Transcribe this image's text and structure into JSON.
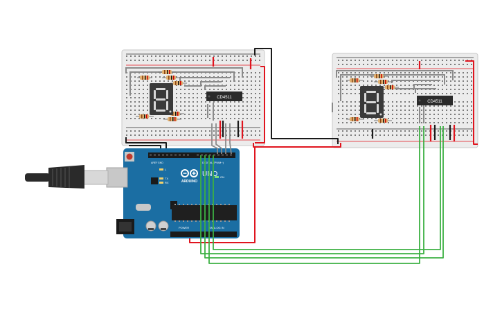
{
  "left_board": {
    "chip_label": "CD4511"
  },
  "right_board": {
    "chip_label": "CD4511"
  },
  "arduino": {
    "brand_text": "ARDUINO",
    "model_text": "UNO",
    "digital_label": "DIGITAL (PWM~)",
    "analog_label": "ANALOG IN",
    "power_label": "POWER",
    "aref_label": "AREF",
    "gnd_label": "GND",
    "led_l_label": "L",
    "led_tx_label": "TX",
    "led_rx_label": "RX",
    "led_on_label": "ON"
  },
  "colors": {
    "wire_red": "#e0141e",
    "wire_black": "#1a1a1a",
    "wire_green": "#3cb043",
    "wire_gray": "#8a8a8a",
    "arduino_blue": "#1b6ea3",
    "breadboard": "#ececec"
  }
}
